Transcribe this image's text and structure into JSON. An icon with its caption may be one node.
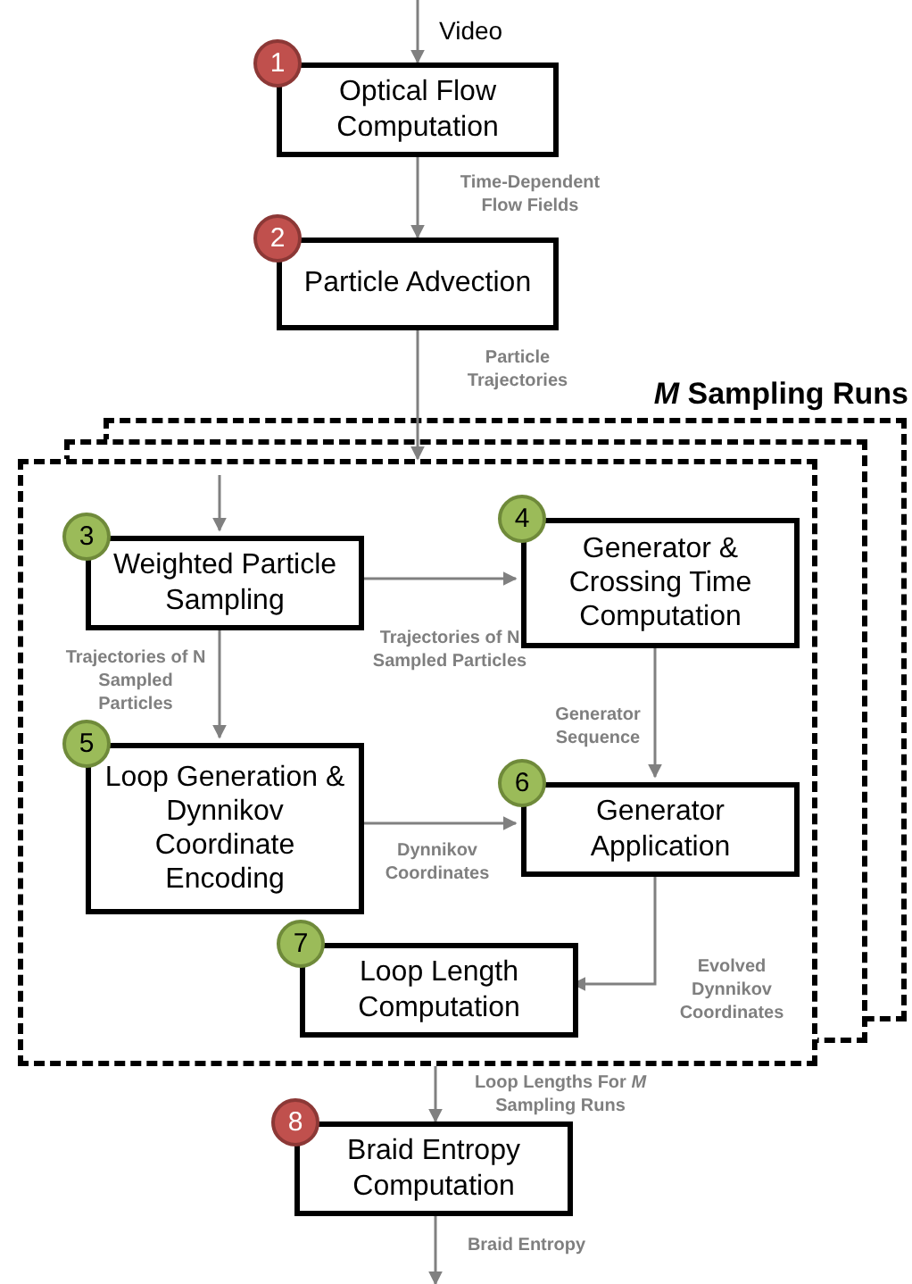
{
  "diagram": {
    "nodes": [
      {
        "text": [
          "1",
          "Optical Flow Computation"
        ]
      },
      {
        "text": [
          "2",
          "Particle Advection"
        ]
      },
      {
        "text": [
          "*M* Sampling Runs"
        ]
      },
      {
        "text": [
          "3",
          "Weighted Particle Sampling"
        ],
        "in": 2
      },
      {
        "text": [
          "4",
          "Generator & Crossing Time Computation"
        ],
        "in": 2
      },
      {
        "text": [
          "5",
          "Loop Generation & Dynnikov Coordinate Encoding"
        ],
        "in": 2
      },
      {
        "text": [
          "6",
          "Generator Application"
        ],
        "in": 2
      },
      {
        "text": [
          "7",
          "Loop Length Computation"
        ],
        "in": 2
      },
      {
        "text": [
          "8",
          "Braid Entropy Computation"
        ]
      }
    ],
    "edges": [
      {
        "from": null,
        "to": 0,
        "arrow": "to",
        "label": "Video"
      },
      {
        "from": 0,
        "to": 1,
        "arrow": "to",
        "label": "Time-Dependent Flow Fields"
      },
      {
        "from": 1,
        "to": 2,
        "arrow": "to",
        "label": "Particle Trajectories"
      },
      {
        "from": 2,
        "to": 3,
        "arrow": "to"
      },
      {
        "from": 3,
        "to": 4,
        "arrow": "to",
        "label": "Trajectories of N Sampled Particles"
      },
      {
        "from": 3,
        "to": 5,
        "arrow": "to",
        "label": "Trajectories of N Sampled Particles"
      },
      {
        "from": 4,
        "to": 6,
        "arrow": "to",
        "label": "Generator Sequence"
      },
      {
        "from": 5,
        "to": 6,
        "arrow": "to",
        "label": "Dynnikov Coordinates"
      },
      {
        "from": 6,
        "to": 7,
        "arrow": "to",
        "label": "Evolved Dynnikov Coordinates"
      },
      {
        "from": 2,
        "to": 8,
        "arrow": "to",
        "label": "Loop Lengths For *M* Sampling Runs"
      },
      {
        "from": 8,
        "to": null,
        "arrow": "to",
        "label": "Braid Entropy"
      }
    ]
  }
}
